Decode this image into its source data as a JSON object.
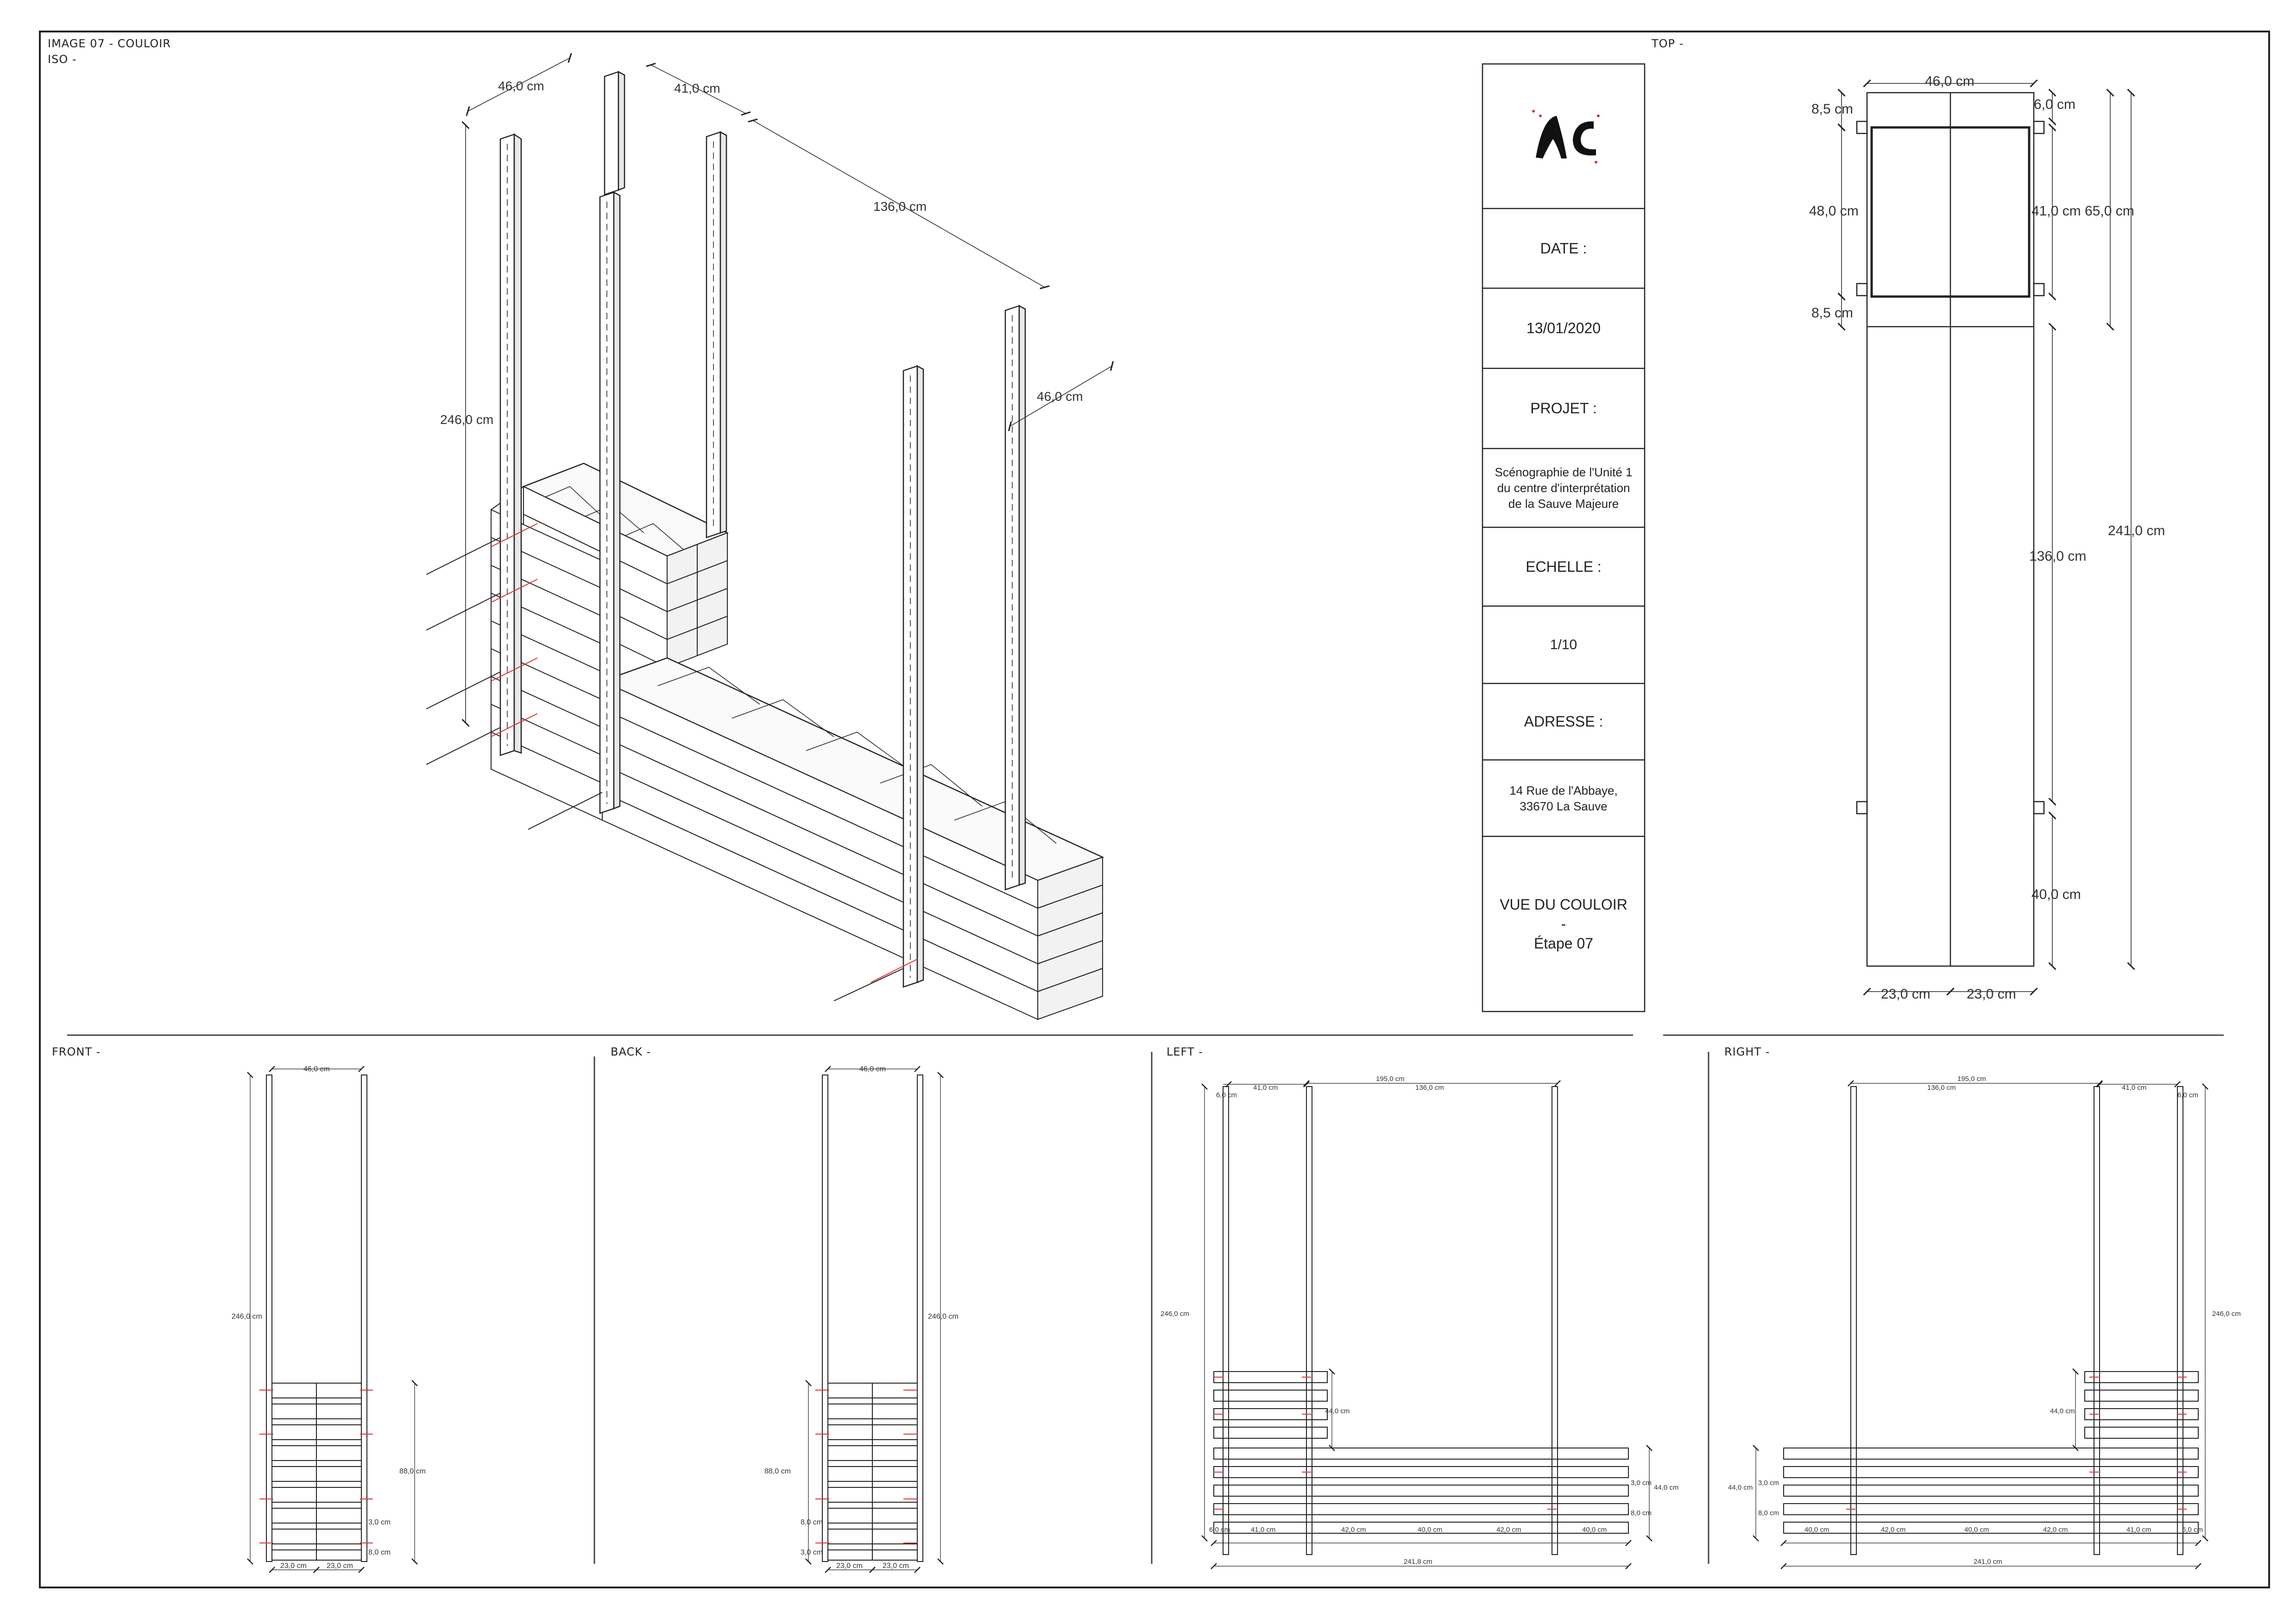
{
  "views": {
    "iso": "IMAGE 07 - COULOIR",
    "iso_sub": "ISO -",
    "top": "TOP -",
    "front": "FRONT -",
    "back": "BACK -",
    "left": "LEFT -",
    "right": "RIGHT -"
  },
  "title_block": {
    "logo_text": "AC",
    "date_label": "DATE :",
    "date_value": "13/01/2020",
    "project_label": "PROJET :",
    "project_lines": [
      "Scénographie de l'Unité 1",
      "du centre d'interprétation",
      "de la Sauve Majeure"
    ],
    "scale_label": "ECHELLE :",
    "scale_value": "1/10",
    "address_label": "ADRESSE :",
    "address_lines": [
      "14 Rue de l'Abbaye,",
      "33670 La Sauve"
    ],
    "view_title": "VUE DU COULOIR",
    "view_dash": "-",
    "view_step": "Étape 07"
  },
  "dimensions": {
    "iso": {
      "w46a": "46,0 cm",
      "w41": "41,0 cm",
      "l136": "136,0 cm",
      "w46b": "46,0 cm",
      "h246": "246,0 cm"
    },
    "top": {
      "w46": "46,0 cm",
      "a85": "8,5 cm",
      "a6": "6,0 cm",
      "d48": "48,0 cm",
      "d41": "41,0 cm",
      "d65": "65,0 cm",
      "b85": "8,5 cm",
      "d136": "136,0 cm",
      "d241": "241,0 cm",
      "d40": "40,0 cm",
      "w23a": "23,0 cm",
      "w23b": "23,0 cm"
    },
    "front": {
      "w46": "46,0 cm",
      "h246": "246,0 cm",
      "h88": "88,0 cm",
      "s3": "3,0 cm",
      "s8": "8,0 cm",
      "b23a": "23,0 cm",
      "b23b": "23,0 cm"
    },
    "back": {
      "w46": "46,0 cm",
      "h246": "246,0 cm",
      "h88": "88,0 cm",
      "s8": "8,0 cm",
      "s3": "3,0 cm",
      "b23a": "23,0 cm",
      "b23b": "23,0 cm"
    },
    "left": {
      "t6": "6,0 cm",
      "t41": "41,0 cm",
      "t195": "195,0 cm",
      "t136": "136,0 cm",
      "h246": "246,0 cm",
      "m44": "44,0 cm",
      "r3": "3,0 cm",
      "r44": "44,0 cm",
      "r8": "8,0 cm",
      "b6": "6,0 cm",
      "b41": "41,0 cm",
      "b42a": "42,0 cm",
      "b40a": "40,0 cm",
      "b42b": "42,0 cm",
      "b40b": "40,0 cm",
      "b241": "241,8 cm"
    },
    "right": {
      "t195": "195,0 cm",
      "t136": "136,0 cm",
      "t41": "41,0 cm",
      "t6": "6,0 cm",
      "h246": "246,0 cm",
      "m44": "44,0 cm",
      "l44": "44,0 cm",
      "l3": "3,0 cm",
      "l8": "8,0 cm",
      "b40a": "40,0 cm",
      "b42a": "42,0 cm",
      "b40b": "40,0 cm",
      "b42b": "42,0 cm",
      "b41": "41,0 cm",
      "b6": "6,0 cm",
      "b241": "241,0 cm"
    }
  }
}
